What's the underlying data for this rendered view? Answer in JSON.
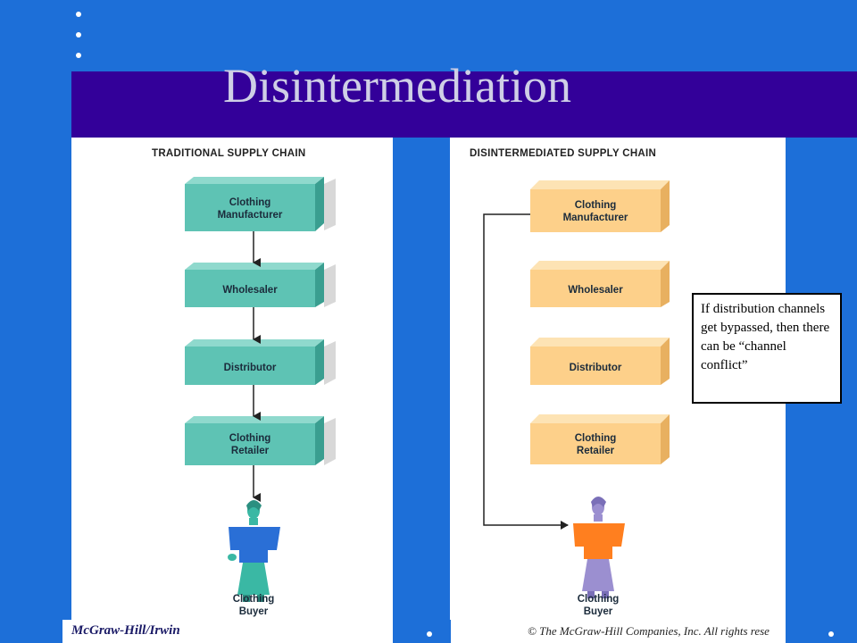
{
  "slide": {
    "title": "Disintermediation",
    "callout": "If distribution channels get bypassed, then there can be “channel conflict”",
    "footer_left": "McGraw-Hill/Irwin",
    "footer_right": "© The McGraw-Hill Companies, Inc. All rights rese"
  },
  "traditional": {
    "heading": "TRADITIONAL SUPPLY CHAIN",
    "boxes": [
      {
        "line1": "Clothing",
        "line2": "Manufacturer"
      },
      {
        "line1": "Wholesaler",
        "line2": ""
      },
      {
        "line1": "Distributor",
        "line2": ""
      },
      {
        "line1": "Clothing",
        "line2": "Retailer"
      }
    ],
    "buyer": {
      "line1": "Clothing",
      "line2": "Buyer"
    }
  },
  "disintermediated": {
    "heading": "DISINTERMEDIATED SUPPLY CHAIN",
    "boxes": [
      {
        "line1": "Clothing",
        "line2": "Manufacturer"
      },
      {
        "line1": "Wholesaler",
        "line2": ""
      },
      {
        "line1": "Distributor",
        "line2": ""
      },
      {
        "line1": "Clothing",
        "line2": "Retailer"
      }
    ],
    "buyer": {
      "line1": "Clothing",
      "line2": "Buyer"
    }
  },
  "colors": {
    "background": "#1d6fd8",
    "title_band": "#330099",
    "teal_front": "#5ec3b4",
    "teal_top": "#8fd9cd",
    "teal_side": "#3a9e90",
    "peach_front": "#fdd08a",
    "peach_top": "#fde3b4",
    "peach_side": "#e8b060",
    "buyer_teal_shirt": "#2a6fd6",
    "buyer_orange_shirt": "#ff7f1f"
  }
}
